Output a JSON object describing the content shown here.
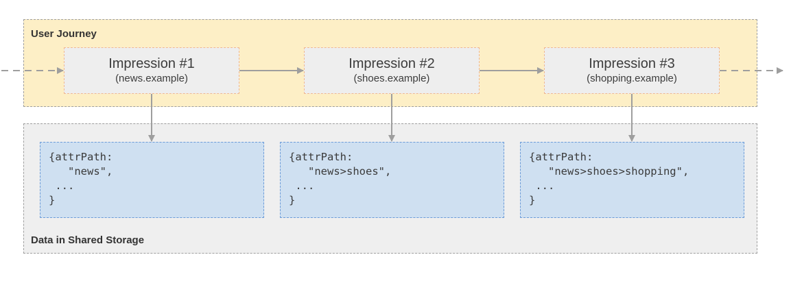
{
  "journey": {
    "title": "User Journey",
    "impressions": [
      {
        "title": "Impression #1",
        "site": "(news.example)"
      },
      {
        "title": "Impression #2",
        "site": "(shoes.example)"
      },
      {
        "title": "Impression #3",
        "site": "(shopping.example)"
      }
    ]
  },
  "storage": {
    "title": "Data in Shared Storage",
    "entries": [
      {
        "code": "{attrPath:\n   \"news\",\n ...\n}"
      },
      {
        "code": "{attrPath:\n   \"news>shoes\",\n ...\n}"
      },
      {
        "code": "{attrPath:\n   \"news>shoes>shopping\",\n ...\n}"
      }
    ]
  },
  "colors": {
    "journey_background": "#fdefc6",
    "storage_background": "#efefef",
    "data_box_background": "#cfe0f1",
    "connector": "#9e9e9e"
  }
}
